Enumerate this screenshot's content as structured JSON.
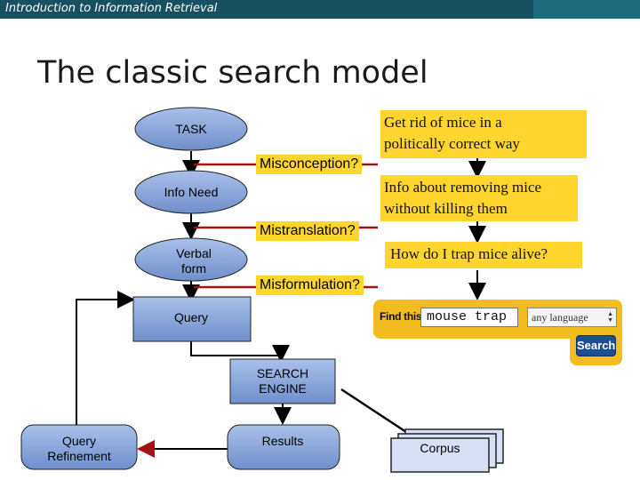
{
  "header": {
    "text": "Introduction to Information Retrieval"
  },
  "title": "The classic search model",
  "nodes": {
    "task": "TASK",
    "info_need": "Info Need",
    "verbal_form_line1": "Verbal",
    "verbal_form_line2": "form",
    "query": "Query",
    "search_engine_line1": "SEARCH",
    "search_engine_line2": "ENGINE",
    "results": "Results",
    "query_refinement_line1": "Query",
    "query_refinement_line2": "Refinement",
    "corpus": "Corpus"
  },
  "errors": {
    "misconception": "Misconception?",
    "mistranslation": "Mistranslation?",
    "misformulation": "Misformulation?"
  },
  "examples": {
    "task_line1": "Get rid of mice in a",
    "task_line2": "politically correct way",
    "info_need_line1": "Info about removing mice",
    "info_need_line2": "without killing them",
    "verbal_form": "How do I trap mice alive?"
  },
  "search_widget": {
    "find_label": "Find this:",
    "query_value": "mouse trap",
    "language_option": "any language",
    "button_label": "Search"
  },
  "colors": {
    "node_fill": "#7b9bd3",
    "callout_fill": "#ffd52e",
    "error_line": "#a31212",
    "header_bg": "#17505f"
  }
}
